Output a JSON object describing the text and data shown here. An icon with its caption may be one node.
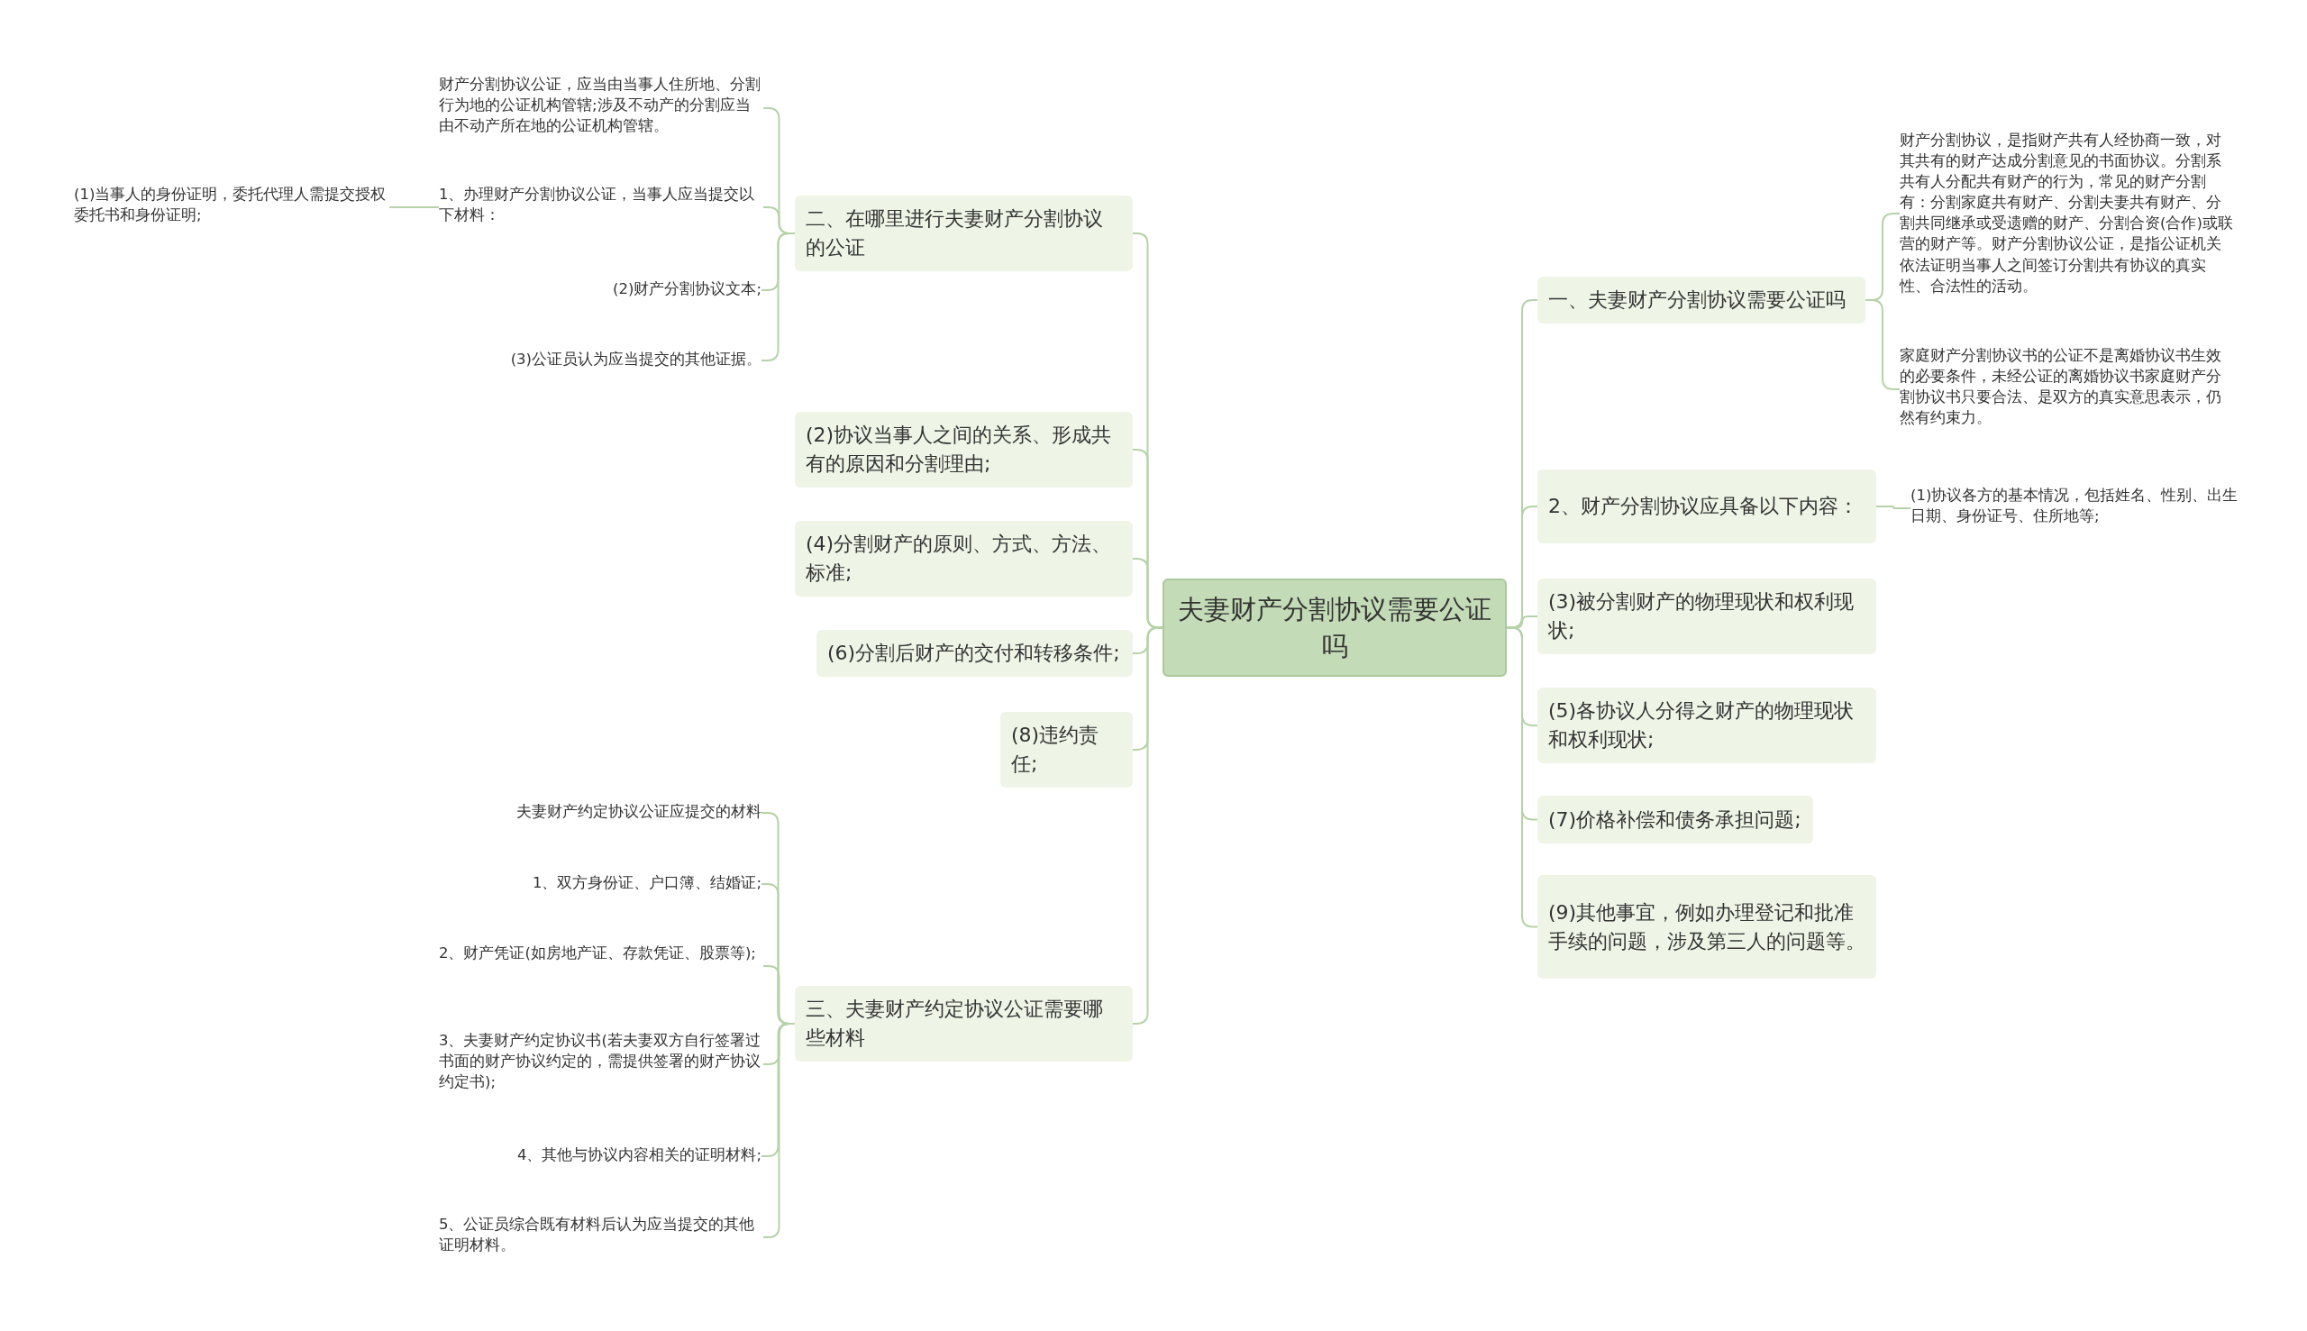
{
  "diagram": {
    "nodes": [
      {
        "text": [
          "夫妻财产分割协议需要公证吗"
        ]
      },
      {
        "text": [
          "二、在哪里进行夫妻财产分割协议的公证"
        ]
      },
      {
        "text": [
          "(2)协议当事人之间的关系、形成共有的原因和分割理由;"
        ]
      },
      {
        "text": [
          "(4)分割财产的原则、方式、方法、标准;"
        ]
      },
      {
        "text": [
          "(6)分割后财产的交付和转移条件;"
        ]
      },
      {
        "text": [
          "(8)违约责任;"
        ]
      },
      {
        "text": [
          "三、夫妻财产约定协议公证需要哪些材料"
        ]
      },
      {
        "text": [
          "财产分割协议公证，应当由当事人住所地、分割行为地的公证机构管辖;涉及不动产的分割应当由不动产所在地的公证机构管辖。"
        ]
      },
      {
        "text": [
          "1、办理财产分割协议公证，当事人应当提交以下材料："
        ]
      },
      {
        "text": [
          "(1)当事人的身份证明，委托代理人需提交授权委托书和身份证明;"
        ]
      },
      {
        "text": [
          "(2)财产分割协议文本;"
        ]
      },
      {
        "text": [
          "(3)公证员认为应当提交的其他证据。"
        ]
      },
      {
        "text": [
          "夫妻财产约定协议公证应提交的材料"
        ]
      },
      {
        "text": [
          "1、双方身份证、户口簿、结婚证;"
        ]
      },
      {
        "text": [
          "2、财产凭证(如房地产证、存款凭证、股票等);"
        ]
      },
      {
        "text": [
          "3、夫妻财产约定协议书(若夫妻双方自行签署过书面的财产协议约定的，需提供签署的财产协议约定书);"
        ]
      },
      {
        "text": [
          "4、其他与协议内容相关的证明材料;"
        ]
      },
      {
        "text": [
          "5、公证员综合既有材料后认为应当提交的其他证明材料。"
        ]
      },
      {
        "text": [
          "一、夫妻财产分割协议需要公证吗"
        ]
      },
      {
        "text": [
          "2、财产分割协议应具备以下内容："
        ]
      },
      {
        "text": [
          "(3)被分割财产的物理现状和权利现状;"
        ]
      },
      {
        "text": [
          "(5)各协议人分得之财产的物理现状和权利现状;"
        ]
      },
      {
        "text": [
          "(7)价格补偿和债务承担问题;"
        ]
      },
      {
        "text": [
          "(9)其他事宜，例如办理登记和批准手续的问题，涉及第三人的问题等。"
        ]
      },
      {
        "text": [
          "财产分割协议，是指财产共有人经协商一致，对其共有的财产达成分割意见的书面协议。分割系共有人分配共有财产的行为，常见的财产分割有：分割家庭共有财产、分割夫妻共有财产、分割共同继承或受遗赠的财产、分割合资(合作)或联营的财产等。财产分割协议公证，是指公证机关依法证明当事人之间签订分割共有协议的真实性、合法性的活动。"
        ]
      },
      {
        "text": [
          "家庭财产分割协议书的公证不是离婚协议书生效的必要条件，未经公证的离婚协议书家庭财产分割协议书只要合法、是双方的真实意思表示，仍然有约束力。"
        ]
      },
      {
        "text": [
          "(1)协议各方的基本情况，包括姓名、性别、出生日期、身份证号、住所地等;"
        ]
      }
    ],
    "edges": [
      {
        "from": 0,
        "to": 1,
        "arrow": "none"
      },
      {
        "from": 0,
        "to": 2,
        "arrow": "none"
      },
      {
        "from": 0,
        "to": 3,
        "arrow": "none"
      },
      {
        "from": 0,
        "to": 4,
        "arrow": "none"
      },
      {
        "from": 0,
        "to": 5,
        "arrow": "none"
      },
      {
        "from": 0,
        "to": 6,
        "arrow": "none"
      },
      {
        "from": 1,
        "to": 7,
        "arrow": "none"
      },
      {
        "from": 1,
        "to": 8,
        "arrow": "none"
      },
      {
        "from": 8,
        "to": 9,
        "arrow": "none"
      },
      {
        "from": 1,
        "to": 10,
        "arrow": "none"
      },
      {
        "from": 1,
        "to": 11,
        "arrow": "none"
      },
      {
        "from": 6,
        "to": 12,
        "arrow": "none"
      },
      {
        "from": 6,
        "to": 13,
        "arrow": "none"
      },
      {
        "from": 6,
        "to": 14,
        "arrow": "none"
      },
      {
        "from": 6,
        "to": 15,
        "arrow": "none"
      },
      {
        "from": 6,
        "to": 16,
        "arrow": "none"
      },
      {
        "from": 6,
        "to": 17,
        "arrow": "none"
      },
      {
        "from": 0,
        "to": 18,
        "arrow": "none"
      },
      {
        "from": 0,
        "to": 19,
        "arrow": "none"
      },
      {
        "from": 0,
        "to": 20,
        "arrow": "none"
      },
      {
        "from": 0,
        "to": 21,
        "arrow": "none"
      },
      {
        "from": 0,
        "to": 22,
        "arrow": "none"
      },
      {
        "from": 0,
        "to": 23,
        "arrow": "none"
      },
      {
        "from": 18,
        "to": 24,
        "arrow": "none"
      },
      {
        "from": 18,
        "to": 25,
        "arrow": "none"
      },
      {
        "from": 19,
        "to": 26,
        "arrow": "none"
      }
    ]
  }
}
